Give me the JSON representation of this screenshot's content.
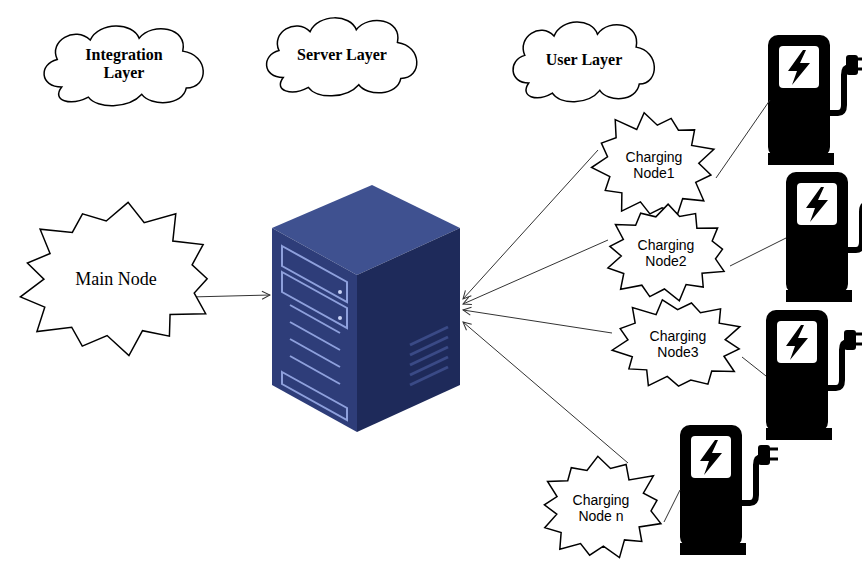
{
  "diagram": {
    "nodes": [
      {
        "text": [
          "Integration Layer"
        ]
      },
      {
        "text": [
          "Server Layer"
        ]
      },
      {
        "text": [
          "User Layer"
        ]
      },
      {
        "text": [
          "Main Node"
        ]
      },
      {
        "text": [
          "Charging Node1"
        ]
      },
      {
        "text": [
          "Charging Node2"
        ]
      },
      {
        "text": [
          "Charging Node3"
        ]
      },
      {
        "text": [
          "Charging Node n"
        ]
      }
    ]
  }
}
